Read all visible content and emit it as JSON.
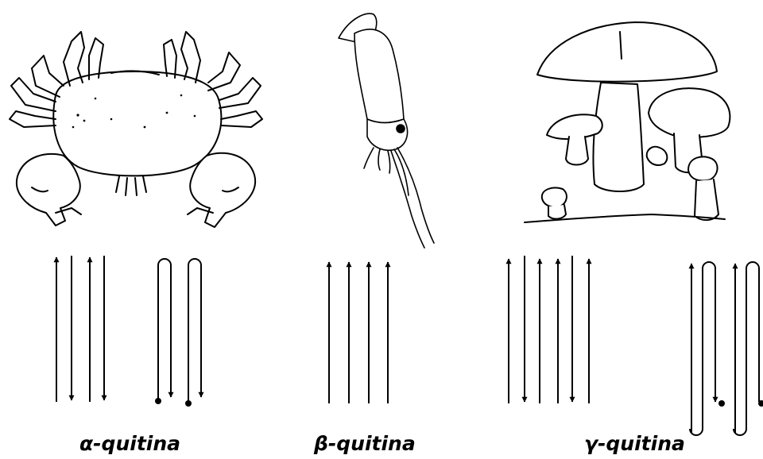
{
  "labels": {
    "alpha": "α-quitina",
    "beta": "β-quitina",
    "gamma": "γ-quitina"
  },
  "organisms": {
    "alpha": "crab-illustration",
    "beta": "squid-illustration",
    "gamma": "mushrooms-illustration"
  },
  "colors": {
    "ink": "#000000",
    "background": "#ffffff"
  }
}
